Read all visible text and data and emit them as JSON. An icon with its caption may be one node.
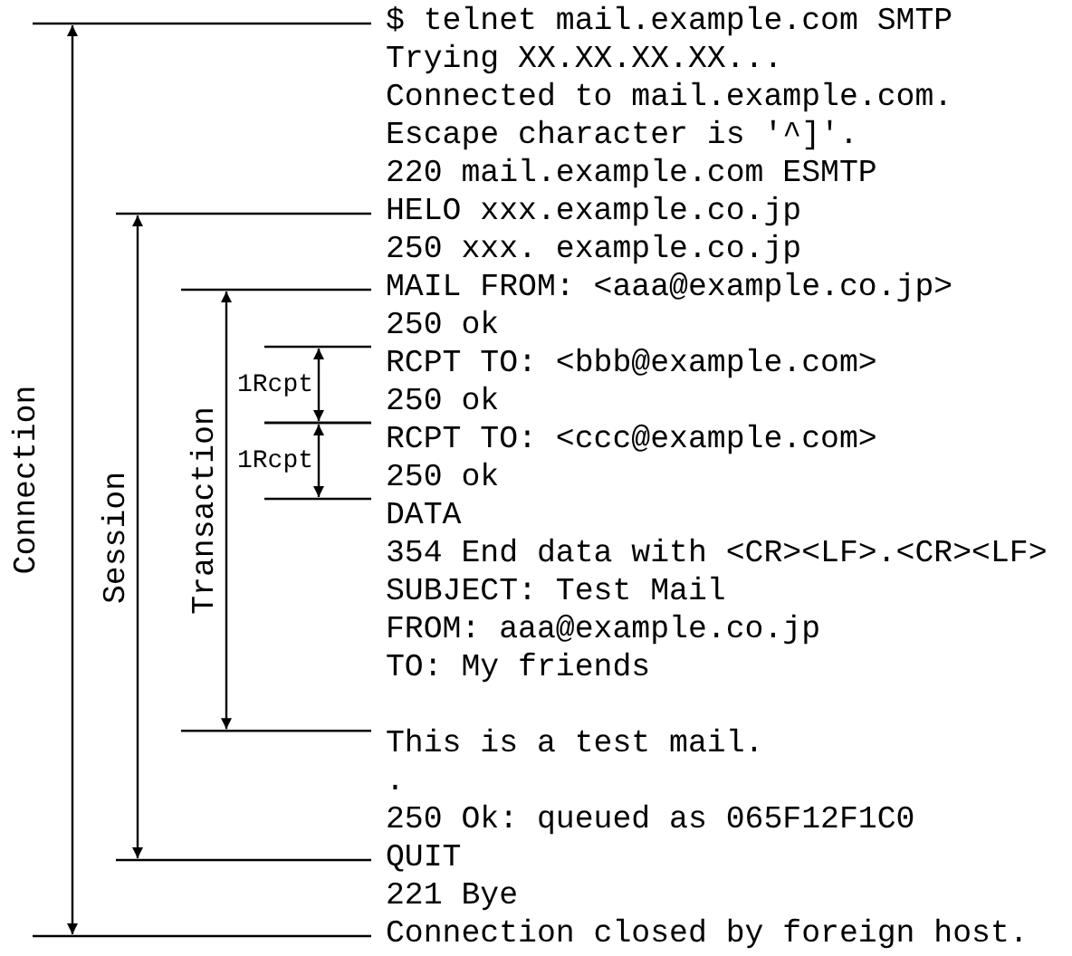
{
  "diagram": {
    "labels": [
      "$ telnet mail.example.com SMTP",
      "Trying XX.XX.XX.XX...",
      "Connected to mail.example.com.",
      "Escape character is '^]'.",
      "220 mail.example.com ESMTP",
      "HELO xxx.example.co.jp",
      "250 xxx. example.co.jp",
      "MAIL FROM: <aaa@example.co.jp>",
      "250 ok",
      "RCPT TO: <bbb@example.com>",
      "250 ok",
      "RCPT TO: <ccc@example.com>",
      "250 ok",
      "DATA",
      "354 End data with <CR><LF>.<CR><LF>",
      "SUBJECT: Test Mail",
      "FROM: aaa@example.co.jp",
      "TO: My friends",
      "This is a test mail.",
      ".",
      "250 Ok: queued as 065F12F1C0",
      "QUIT",
      "221 Bye",
      "Connection closed by foreign host.",
      "Connection",
      "Session",
      "Transaction",
      "1Rcpt",
      "1Rcpt"
    ]
  }
}
